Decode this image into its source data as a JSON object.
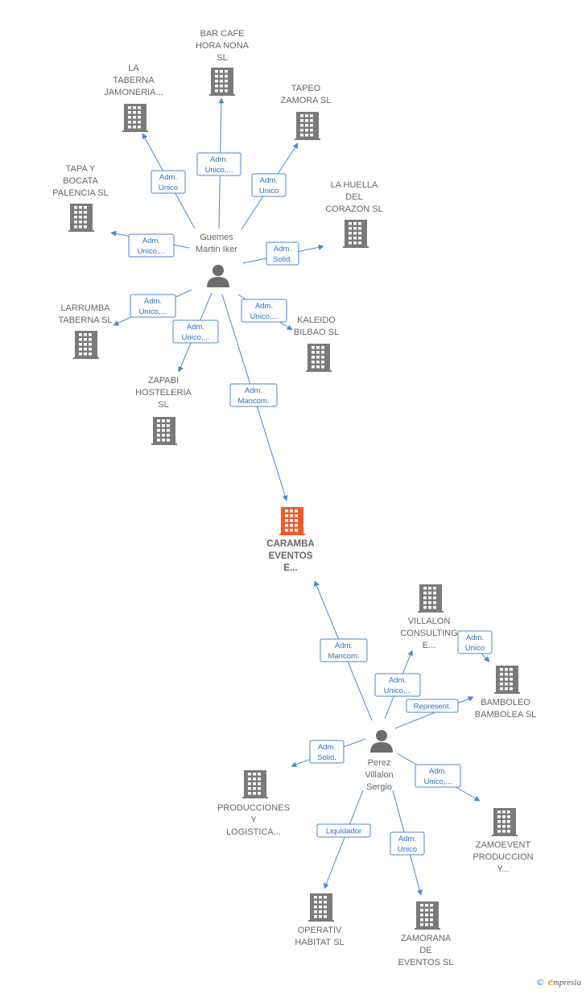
{
  "colors": {
    "edge": "#4a86d8",
    "building": "#7a7a7a",
    "center": "#f05a2a",
    "person": "#6b6b6b"
  },
  "nodes": [
    {
      "id": "bar_cafe",
      "type": "company",
      "label": [
        "BAR CAFE",
        "HORA NONA",
        "SL"
      ]
    },
    {
      "id": "la_taberna",
      "type": "company",
      "label": [
        "LA",
        "TABERNA",
        "JAMONERIA..."
      ]
    },
    {
      "id": "tapeo",
      "type": "company",
      "label": [
        "TAPEO",
        "ZAMORA SL"
      ]
    },
    {
      "id": "tapa_bocata",
      "type": "company",
      "label": [
        "TAPA Y",
        "BOCATA",
        "PALENCIA  SL"
      ]
    },
    {
      "id": "la_huella",
      "type": "company",
      "label": [
        "LA HUELLA",
        "DEL",
        "CORAZON  SL"
      ]
    },
    {
      "id": "guemes",
      "type": "person",
      "label": [
        "Guemes",
        "Martin Iker"
      ]
    },
    {
      "id": "larrumba",
      "type": "company",
      "label": [
        "LARRUMBA",
        "TABERNA  SL"
      ]
    },
    {
      "id": "kaleido",
      "type": "company",
      "label": [
        "KALEIDO",
        "BILBAO  SL"
      ]
    },
    {
      "id": "zapabi",
      "type": "company",
      "label": [
        "ZAPABI",
        "HOSTELERIA",
        "SL"
      ]
    },
    {
      "id": "caramba",
      "type": "center",
      "label": [
        "CARAMBA",
        "EVENTOS",
        "E..."
      ]
    },
    {
      "id": "villalon",
      "type": "company",
      "label": [
        "VILLALON",
        "CONSULTING",
        "E..."
      ]
    },
    {
      "id": "bamboleo",
      "type": "company",
      "label": [
        "BAMBOLEO",
        "BAMBOLEA  SL"
      ]
    },
    {
      "id": "perez",
      "type": "person",
      "label": [
        "Perez",
        "Villalon",
        "Sergio"
      ]
    },
    {
      "id": "producciones",
      "type": "company",
      "label": [
        "PRODUCCIONES",
        "Y",
        "LOGISTICA..."
      ]
    },
    {
      "id": "zamoevent",
      "type": "company",
      "label": [
        "ZAMOEVENT",
        "PRODUCCION",
        "Y..."
      ]
    },
    {
      "id": "operativ",
      "type": "company",
      "label": [
        "OPERATIV",
        "HABITAT  SL"
      ]
    },
    {
      "id": "zamorana",
      "type": "company",
      "label": [
        "ZAMORANA",
        "DE",
        "EVENTOS SL"
      ]
    }
  ],
  "edges": [
    {
      "from": "guemes",
      "to": "bar_cafe",
      "label": [
        "Adm.",
        "Unico,..."
      ]
    },
    {
      "from": "guemes",
      "to": "la_taberna",
      "label": [
        "Adm.",
        "Unico"
      ]
    },
    {
      "from": "guemes",
      "to": "tapeo",
      "label": [
        "Adm.",
        "Unico"
      ]
    },
    {
      "from": "guemes",
      "to": "tapa_bocata",
      "label": [
        "Adm.",
        "Unico,..."
      ]
    },
    {
      "from": "guemes",
      "to": "la_huella",
      "label": [
        "Adm.",
        "Solid."
      ]
    },
    {
      "from": "guemes",
      "to": "larrumba",
      "label": [
        "Adm.",
        "Unico,..."
      ]
    },
    {
      "from": "guemes",
      "to": "kaleido",
      "label": [
        "Adm.",
        "Unico,..."
      ]
    },
    {
      "from": "guemes",
      "to": "zapabi",
      "label": [
        "Adm.",
        "Unico,..."
      ]
    },
    {
      "from": "guemes",
      "to": "caramba",
      "label": [
        "Adm.",
        "Mancom."
      ]
    },
    {
      "from": "perez",
      "to": "caramba",
      "label": [
        "Adm.",
        "Mancom."
      ]
    },
    {
      "from": "perez",
      "to": "villalon",
      "label": [
        "Adm.",
        "Unico,..."
      ]
    },
    {
      "from": "perez",
      "to": "bamboleo",
      "label": [
        "Represent."
      ]
    },
    {
      "from": "perez",
      "to": "producciones",
      "label": [
        "Adm.",
        "Solid."
      ]
    },
    {
      "from": "perez",
      "to": "zamoevent",
      "label": [
        "Adm.",
        "Unico,..."
      ]
    },
    {
      "from": "perez",
      "to": "operativ",
      "label": [
        "Liquidador"
      ]
    },
    {
      "from": "perez",
      "to": "zamorana",
      "label": [
        "Adm.",
        "Unico"
      ]
    },
    {
      "from": "villalon",
      "to": "bamboleo",
      "label": [
        "Adm.",
        "Unico"
      ]
    }
  ],
  "footer": {
    "copyright": "©",
    "brand_initial": "e",
    "brand_rest": "mpresia"
  }
}
